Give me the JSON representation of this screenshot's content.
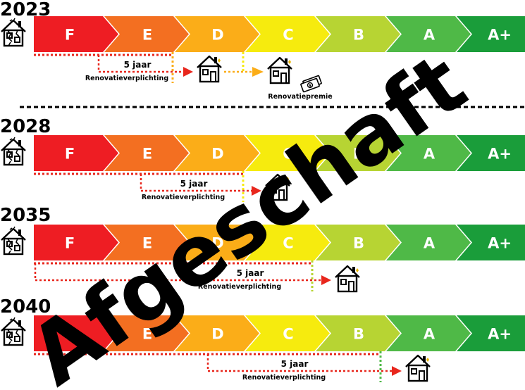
{
  "labels": [
    "F",
    "E",
    "D",
    "C",
    "B",
    "A",
    "A+"
  ],
  "colors": [
    "#ee1d23",
    "#f36f21",
    "#fbad18",
    "#f6eb0e",
    "#b7d433",
    "#4fb947",
    "#1a9d3a"
  ],
  "rows": [
    {
      "year": "2023",
      "jaar": "5 jaar",
      "obligation": "Renovatieverplichting",
      "premium": "Renovatiepremie"
    },
    {
      "year": "2028",
      "jaar": "5 jaar",
      "obligation": "Renovatieverplichting"
    },
    {
      "year": "2035",
      "jaar": "5 jaar",
      "obligation": "Renovatieverplichting"
    },
    {
      "year": "2040",
      "jaar": "5 jaar",
      "obligation": "Renovatieverplichting"
    }
  ],
  "stamp": "Afgeschaft"
}
